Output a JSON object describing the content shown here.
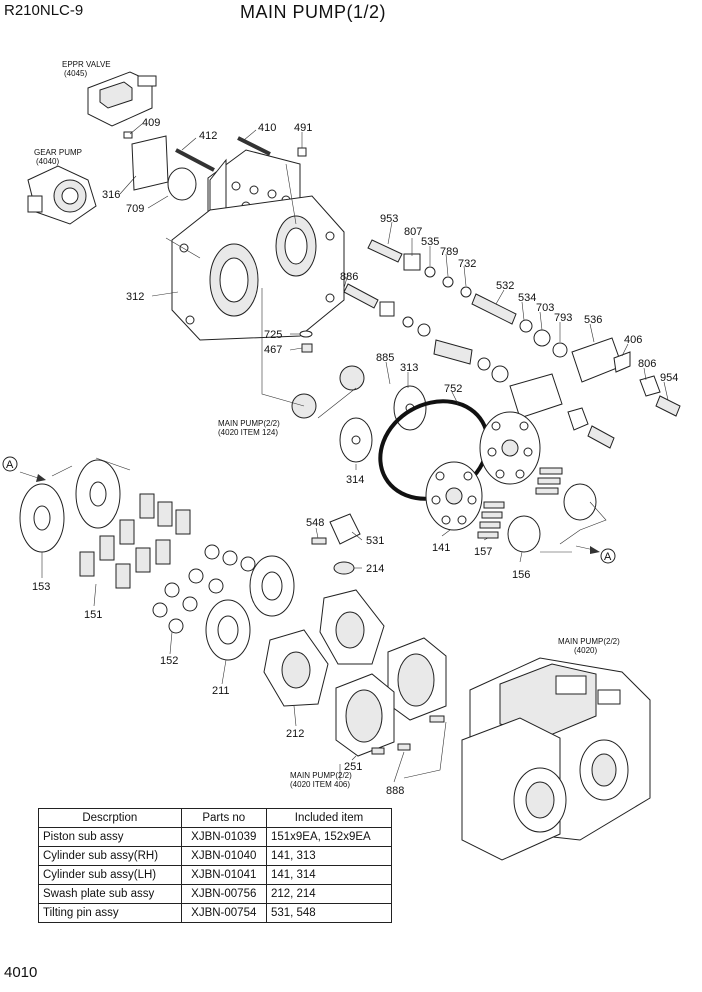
{
  "header": {
    "model": "R210NLC-9",
    "title": "MAIN PUMP(1/2)"
  },
  "page_number": "4010",
  "callouts": {
    "eppr_valve": "EPPR VALVE",
    "eppr_ref": "(4045)",
    "gear_pump": "GEAR PUMP",
    "gear_ref": "(4040)",
    "main_pump_a_1": "MAIN PUMP(2/2)",
    "main_pump_a_2": "(4020 ITEM 124)",
    "main_pump_b_1": "MAIN PUMP(2/2)",
    "main_pump_b_2": "(4020 ITEM 406)",
    "main_pump_c_1": "MAIN PUMP(2/2)",
    "main_pump_c_2": "(4020)",
    "view_a_left": "A",
    "view_a_right": "A"
  },
  "part_labels": {
    "p409": "409",
    "p412": "412",
    "p410": "410",
    "p491": "491",
    "p316": "316",
    "p709": "709",
    "p312": "312",
    "p953": "953",
    "p807": "807",
    "p535": "535",
    "p789": "789",
    "p732": "732",
    "p886": "886",
    "p532": "532",
    "p534": "534",
    "p703": "703",
    "p793": "793",
    "p536": "536",
    "p406": "406",
    "p806": "806",
    "p954": "954",
    "p725": "725",
    "p467": "467",
    "p885": "885",
    "p313": "313",
    "p752": "752",
    "p314": "314",
    "p141": "141",
    "p157": "157",
    "p156": "156",
    "p153": "153",
    "p151": "151",
    "p548": "548",
    "p531": "531",
    "p214": "214",
    "p152": "152",
    "p211": "211",
    "p212": "212",
    "p251": "251",
    "p888": "888"
  },
  "table": {
    "headers": [
      "Descrption",
      "Parts no",
      "Included item"
    ],
    "rows": [
      [
        "Piston sub assy",
        "XJBN-01039",
        "151x9EA, 152x9EA"
      ],
      [
        "Cylinder sub assy(RH)",
        "XJBN-01040",
        "141, 313"
      ],
      [
        "Cylinder sub assy(LH)",
        "XJBN-01041",
        "141, 314"
      ],
      [
        "Swash plate sub assy",
        "XJBN-00756",
        "212, 214"
      ],
      [
        "Tilting pin assy",
        "XJBN-00754",
        "531, 548"
      ]
    ]
  }
}
